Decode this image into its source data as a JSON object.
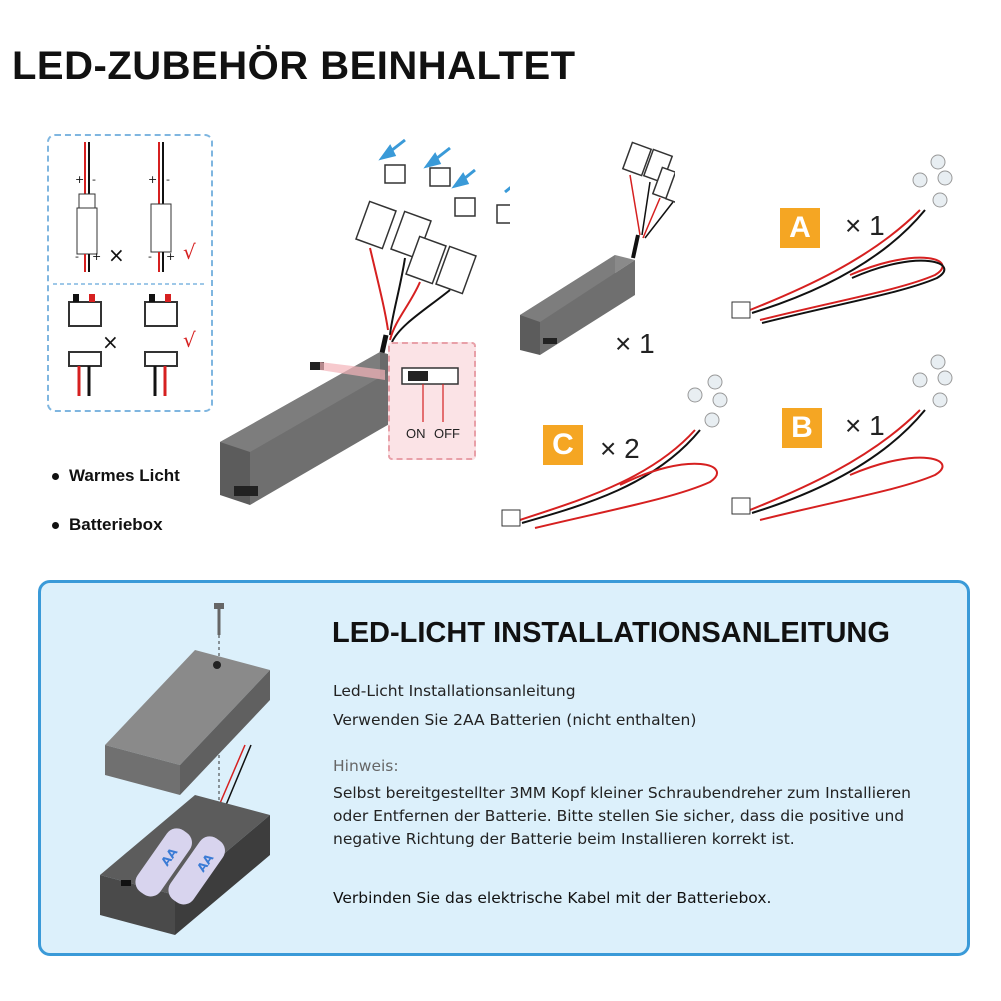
{
  "header": {
    "title": "LED-ZUBEHÖR BEINHALTET"
  },
  "connector_guide": {
    "plus": "+",
    "minus": "-",
    "wrong": "×",
    "right": "√"
  },
  "battery_switch": {
    "on_label": "ON",
    "off_label": "OFF"
  },
  "bullets": [
    {
      "label": "Warmes Licht"
    },
    {
      "label": "Batteriebox"
    }
  ],
  "items": [
    {
      "badge": "A",
      "qty": "× 1"
    },
    {
      "badge": "C",
      "qty": "× 2"
    },
    {
      "badge": "B",
      "qty": "× 1"
    },
    {
      "badge": "",
      "qty": "× 1"
    }
  ],
  "installation": {
    "title": "LED-LICHT INSTALLATIONSANLEITUNG",
    "line1": "Led-Licht Installationsanleitung",
    "line2": "Verwenden Sie 2AA Batterien (nicht enthalten)",
    "note_label": "Hinweis:",
    "note_text": "Selbst bereitgestellter 3MM Kopf kleiner Schraubendreher zum Installieren oder Entfernen der Batterie. Bitte stellen Sie sicher, dass die positive und negative Richtung der Batterie beim Installieren korrekt ist.",
    "connect_text": "Verbinden Sie das elektrische Kabel mit der Batteriebox.",
    "battery_label": "AA"
  },
  "colors": {
    "accent": "#f5a623",
    "panel_bg": "#dcf0fb",
    "panel_border": "#3a9ad8",
    "wire_red": "#d62020"
  }
}
